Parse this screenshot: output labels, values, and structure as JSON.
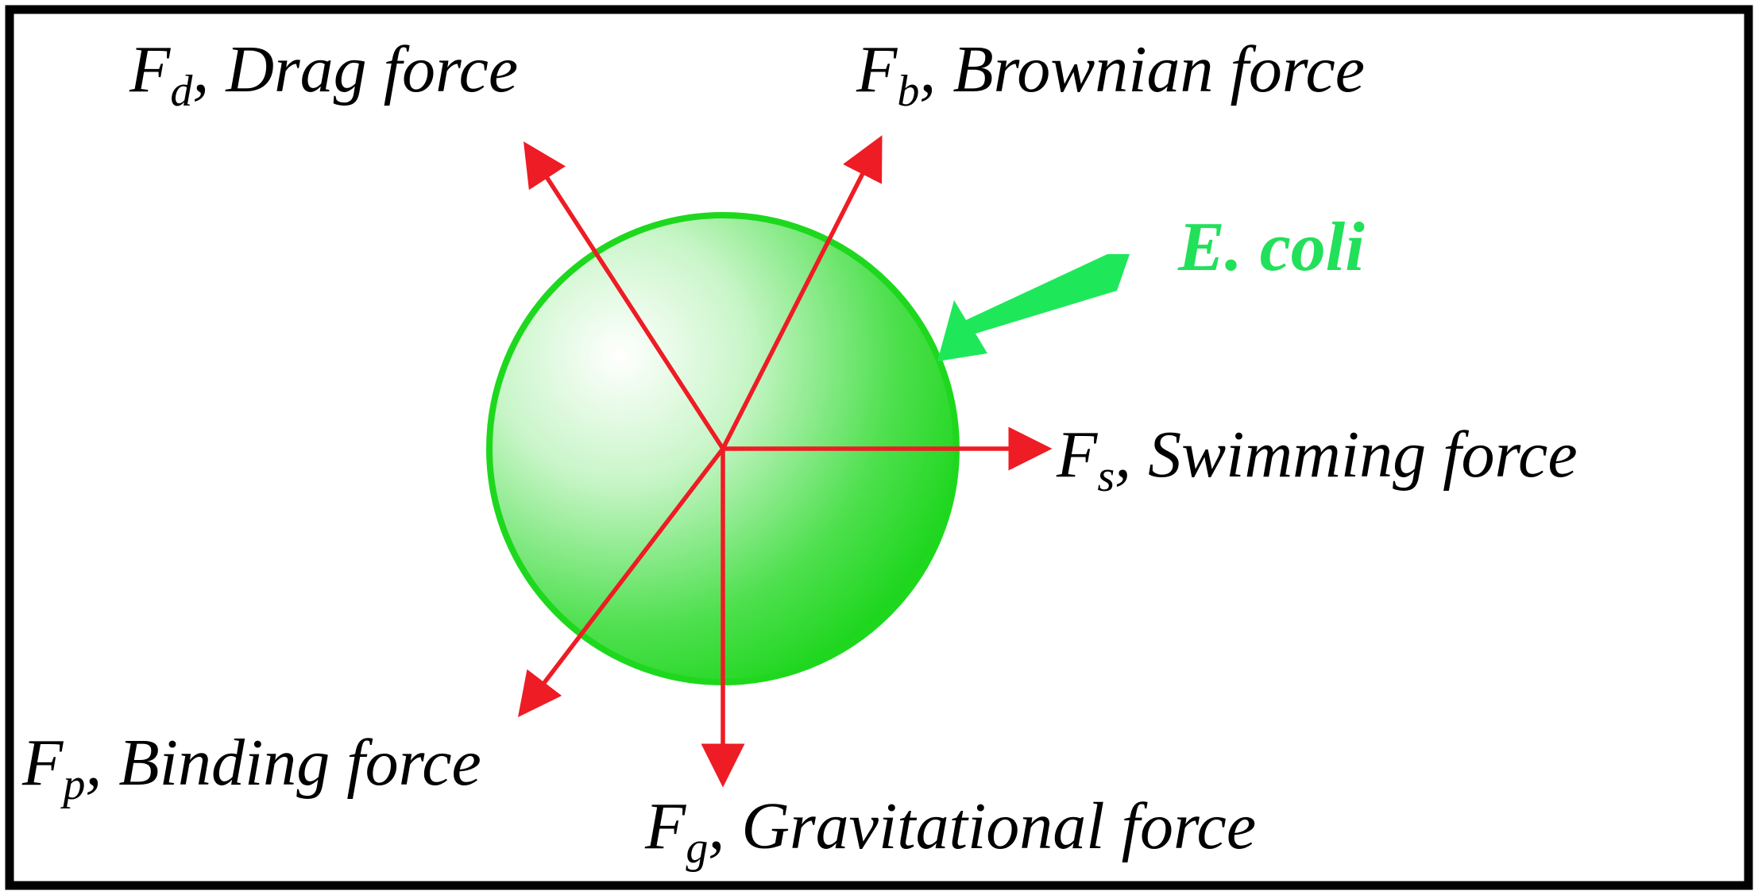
{
  "colors": {
    "frame": "#000000",
    "background": "#ffffff",
    "force_arrow": "#ee1c24",
    "cell_fill": "#22dd22",
    "cell_highlight": "#ffffff",
    "pointer_arrow": "#1ee85a",
    "organism_label": "#22e05a"
  },
  "organism": {
    "label": "E. coli"
  },
  "forces": [
    {
      "id": "drag",
      "symbol": "F",
      "subscript": "d",
      "description": "Drag force"
    },
    {
      "id": "brownian",
      "symbol": "F",
      "subscript": "b",
      "description": "Brownian force"
    },
    {
      "id": "swimming",
      "symbol": "F",
      "subscript": "s",
      "description": "Swimming force"
    },
    {
      "id": "binding",
      "symbol": "F",
      "subscript": "p",
      "description": "Binding force"
    },
    {
      "id": "gravitational",
      "symbol": "F",
      "subscript": "g",
      "description": "Gravitational force"
    }
  ]
}
